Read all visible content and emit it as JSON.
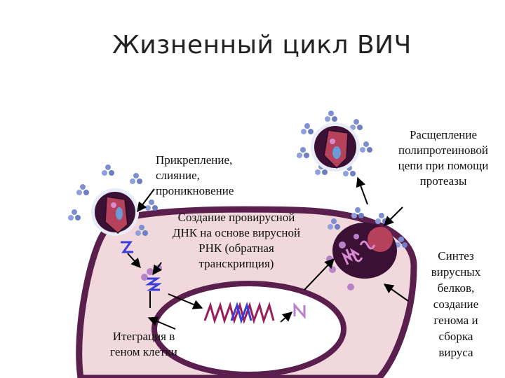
{
  "title": "Жизненный цикл ВИЧ",
  "labels": {
    "attachment": [
      "Прикрепление,",
      "слияние,",
      "проникновение"
    ],
    "reverse_transcription": [
      "Создание провирусной",
      "ДНК на основе вирусной",
      "РНК (обратная",
      "транскрипция)"
    ],
    "integration": [
      "Итеграция в",
      "геном клетки"
    ],
    "protease": [
      "Расщепление",
      "полипротеиновой",
      "цепи при помощи",
      "протеазы"
    ],
    "assembly": [
      "Синтез",
      "вирусных",
      "белков,",
      "создание",
      "генома и",
      "сборка",
      "вируса"
    ]
  },
  "colors": {
    "cell_fill": "#f0d8dc",
    "cell_border": "#5b1f4e",
    "nucleus_fill": "#ffffff",
    "virus_body": "#3a1035",
    "capsid": "#b5425a",
    "spike": "#7e8fd1",
    "rna": "#3b3ed8",
    "dna": "#9a1e5a"
  }
}
